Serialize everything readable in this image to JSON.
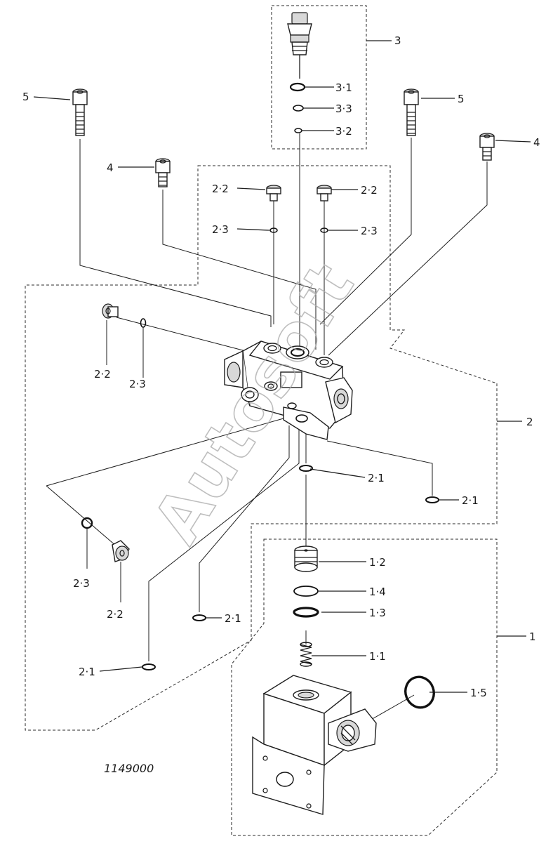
{
  "figure_number": "1149000",
  "watermark": "Autosoft",
  "labels": {
    "l3": "3",
    "l3_1": "3·1",
    "l3_3": "3·3",
    "l3_2": "3·2",
    "l5_left": "5",
    "l5_right": "5",
    "l4_left": "4",
    "l4_right": "4",
    "l2_2_top_left": "2·2",
    "l2_2_top_right": "2·2",
    "l2_3_top_left": "2·3",
    "l2_3_top_right": "2·3",
    "l2_2_side": "2·2",
    "l2_3_side": "2·3",
    "l2": "2",
    "l2_1_a": "2·1",
    "l2_1_b": "2·1",
    "l2_1_c": "2·1",
    "l2_1_d": "2·1",
    "l2_3_low": "2·3",
    "l2_2_low": "2·2",
    "l1_2": "1·2",
    "l1_4": "1·4",
    "l1_3": "1·3",
    "l1_1": "1·1",
    "l1_5": "1·5",
    "l1": "1"
  }
}
